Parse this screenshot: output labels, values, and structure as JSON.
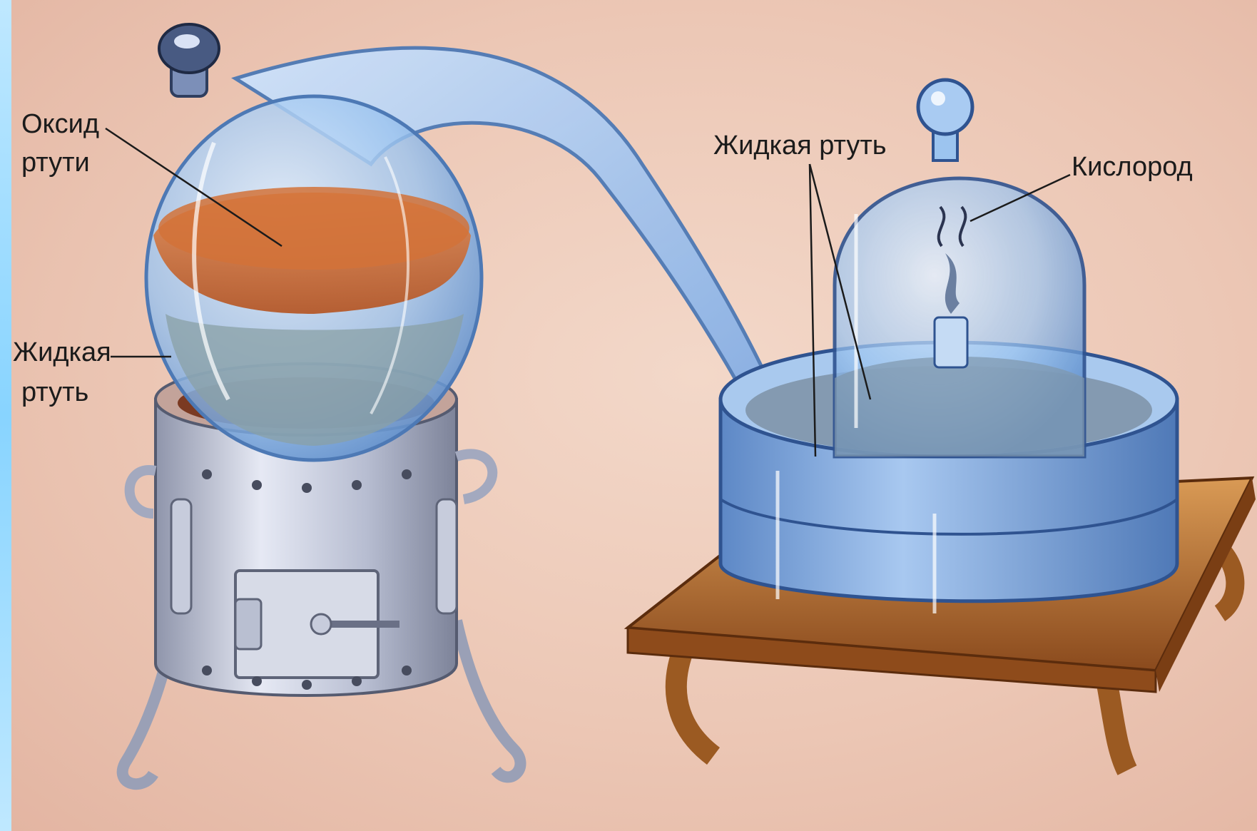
{
  "labels": {
    "mercury_oxide": [
      "Оксид",
      "ртути"
    ],
    "liquid_mercury_left": [
      "Жидкая",
      "ртуть"
    ],
    "liquid_mercury_right": "Жидкая ртуть",
    "oxygen": "Кислород"
  },
  "colors": {
    "background": "#ecc7b5",
    "glass": "#9cc4ef",
    "glass_dark": "#5f8fcc",
    "mercury_oxide": "#c8612e",
    "metal": "#c9cfe0",
    "wood": "#b36a2c"
  }
}
